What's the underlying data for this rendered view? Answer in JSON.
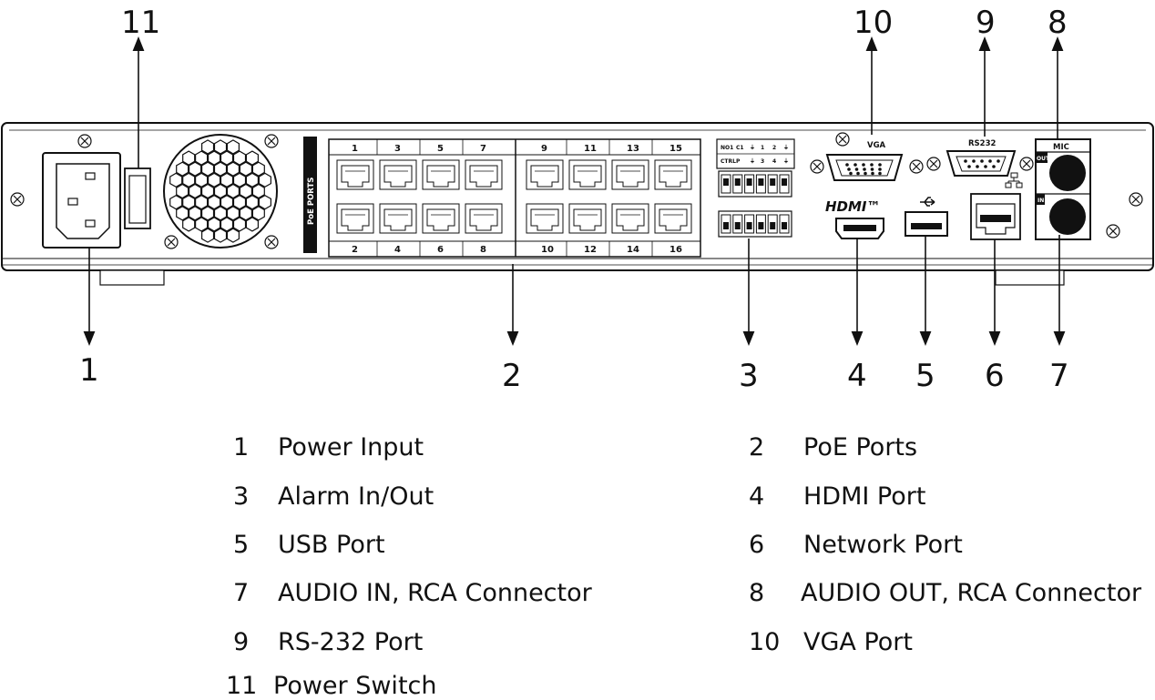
{
  "callouts": [
    "1",
    "2",
    "3",
    "4",
    "5",
    "6",
    "7",
    "8",
    "9",
    "10",
    "11"
  ],
  "panel": {
    "poe_label": "PoE PORTS",
    "poe_top_numbers": [
      "1",
      "3",
      "5",
      "7",
      "9",
      "11",
      "13",
      "15"
    ],
    "poe_bottom_numbers": [
      "2",
      "4",
      "6",
      "8",
      "10",
      "12",
      "14",
      "16"
    ],
    "alarm_row1": [
      "NO1",
      "C1",
      "⏚",
      "1",
      "2",
      "⏚"
    ],
    "alarm_row2": [
      "CTRL",
      "P",
      "⏚",
      "3",
      "4",
      "⏚"
    ],
    "vga_label": "VGA",
    "rs232_label": "RS232",
    "mic_label": "MIC",
    "out_label": "OUT",
    "in_label": "IN",
    "hdmi_label": "HDMI™"
  },
  "legend": {
    "left": [
      {
        "num": "1",
        "text": "Power Input"
      },
      {
        "num": "3",
        "text": "Alarm In/Out"
      },
      {
        "num": "5",
        "text": "USB Port"
      },
      {
        "num": "7",
        "text": "AUDIO IN, RCA Connector"
      },
      {
        "num": "9",
        "text": "RS-232 Port"
      },
      {
        "num": "11",
        "text": "Power Switch"
      }
    ],
    "right": [
      {
        "num": "2",
        "text": "PoE Ports"
      },
      {
        "num": "4",
        "text": "HDMI Port"
      },
      {
        "num": "6",
        "text": "Network Port"
      },
      {
        "num": "8",
        "text": "AUDIO OUT, RCA Connector"
      },
      {
        "num": "10",
        "text": "VGA Port"
      }
    ]
  }
}
